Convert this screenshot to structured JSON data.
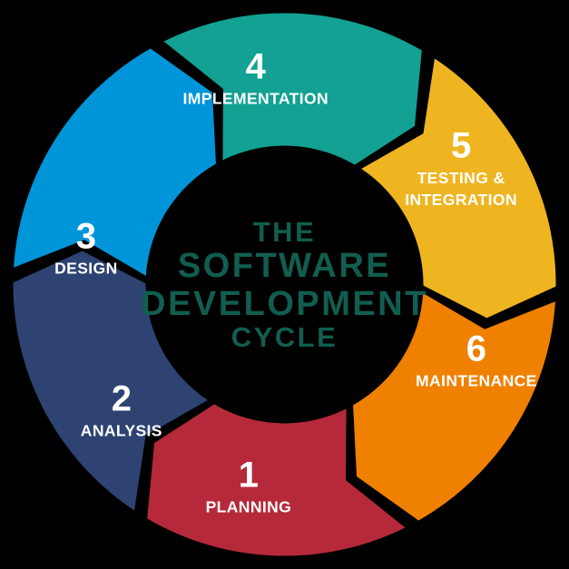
{
  "diagram": {
    "type": "cycle-donut",
    "title_lines": [
      "THE",
      "SOFTWARE",
      "DEVELOPMENT",
      "CYCLE"
    ],
    "center_text_color": "#115E50",
    "background_color": "#000000",
    "label_color": "#FFFFFF",
    "segment_count": 6,
    "flow_direction": "counterclockwise"
  },
  "segments": [
    {
      "number": "1",
      "label": "PLANNING",
      "label_lines": [
        "PLANNING"
      ],
      "color": "#B5293A",
      "position": "bottom-right"
    },
    {
      "number": "2",
      "label": "ANALYSIS",
      "label_lines": [
        "ANALYSIS"
      ],
      "color": "#2E4372",
      "position": "bottom-left"
    },
    {
      "number": "3",
      "label": "DESIGN",
      "label_lines": [
        "DESIGN"
      ],
      "color": "#0095D9",
      "position": "left"
    },
    {
      "number": "4",
      "label": "IMPLEMENTATION",
      "label_lines": [
        "IMPLEMENTATION"
      ],
      "color": "#12A192",
      "position": "top-left"
    },
    {
      "number": "5",
      "label": "TESTING & INTEGRATION",
      "label_lines": [
        "TESTING &",
        "INTEGRATION"
      ],
      "color": "#EFB521",
      "position": "top-right"
    },
    {
      "number": "6",
      "label": "MAINTENANCE",
      "label_lines": [
        "MAINTENANCE"
      ],
      "color": "#F08000",
      "position": "right"
    }
  ]
}
